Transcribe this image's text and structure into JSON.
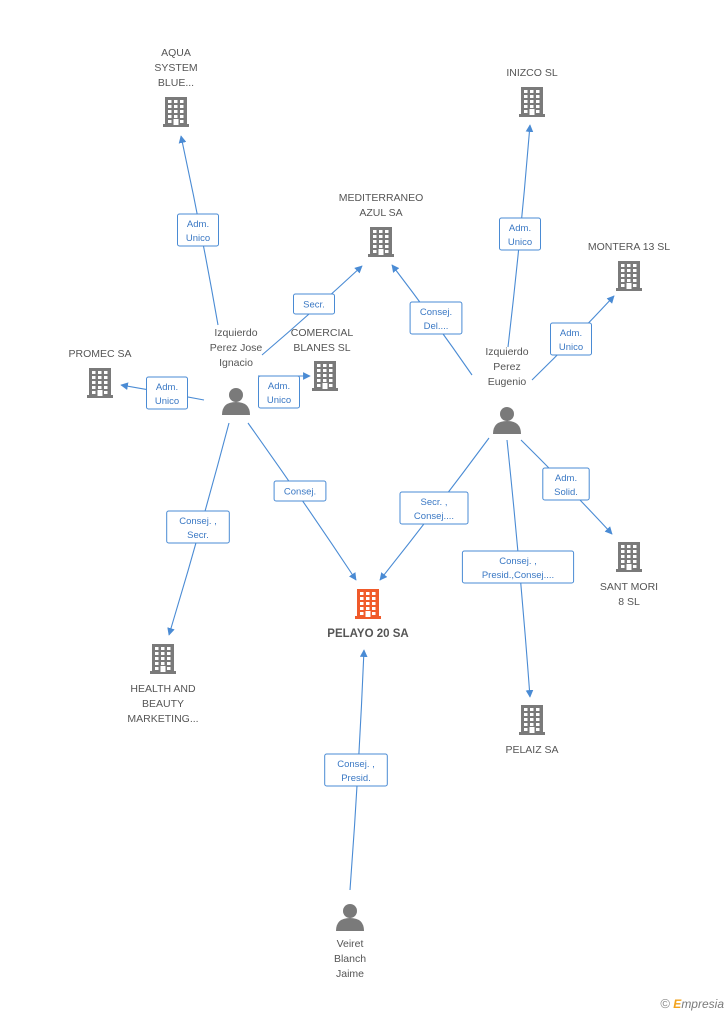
{
  "colors": {
    "edge": "#4a8bd4",
    "edge_text": "#3a78c4",
    "node": "#7a7a7a",
    "main_node": "#f05a2a",
    "label": "#555555"
  },
  "nodes": [
    {
      "id": "pelayo",
      "type": "company",
      "main": true,
      "icon": "building-icon",
      "lines": [
        "PELAYO 20 SA"
      ]
    },
    {
      "id": "aqua",
      "type": "company",
      "icon": "building-icon",
      "lines": [
        "AQUA",
        "SYSTEM",
        "BLUE..."
      ]
    },
    {
      "id": "inizco",
      "type": "company",
      "icon": "building-icon",
      "lines": [
        "INIZCO SL"
      ]
    },
    {
      "id": "mediterraneo",
      "type": "company",
      "icon": "building-icon",
      "lines": [
        "MEDITERRANEO",
        "AZUL SA"
      ]
    },
    {
      "id": "montera",
      "type": "company",
      "icon": "building-icon",
      "lines": [
        "MONTERA 13 SL"
      ]
    },
    {
      "id": "comercial",
      "type": "company",
      "icon": "building-icon",
      "lines": [
        "COMERCIAL",
        "BLANES SL"
      ]
    },
    {
      "id": "promec",
      "type": "company",
      "icon": "building-icon",
      "lines": [
        "PROMEC SA"
      ]
    },
    {
      "id": "health",
      "type": "company",
      "icon": "building-icon",
      "lines": [
        "HEALTH AND",
        "BEAUTY",
        "MARKETING..."
      ]
    },
    {
      "id": "santmori",
      "type": "company",
      "icon": "building-icon",
      "lines": [
        "SANT MORI",
        "8  SL"
      ]
    },
    {
      "id": "pelaiz",
      "type": "company",
      "icon": "building-icon",
      "lines": [
        "PELAIZ SA"
      ]
    },
    {
      "id": "ipji",
      "type": "person",
      "icon": "person-icon",
      "lines": [
        "Izquierdo",
        "Perez Jose",
        "Ignacio"
      ]
    },
    {
      "id": "ipe",
      "type": "person",
      "icon": "person-icon",
      "lines": [
        "Izquierdo",
        "Perez",
        "Eugenio"
      ]
    },
    {
      "id": "veiret",
      "type": "person",
      "icon": "person-icon",
      "lines": [
        "Veiret",
        "Blanch",
        "Jaime"
      ]
    }
  ],
  "edges": [
    {
      "id": "e1",
      "from": "ipji",
      "to": "aqua",
      "lines": [
        "Adm.",
        "Unico"
      ]
    },
    {
      "id": "e2",
      "from": "ipji",
      "to": "mediterraneo",
      "lines": [
        "Secr."
      ]
    },
    {
      "id": "e3",
      "from": "ipji",
      "to": "comercial",
      "lines": [
        "Adm.",
        "Unico"
      ]
    },
    {
      "id": "e4",
      "from": "ipji",
      "to": "promec",
      "lines": [
        "Adm.",
        "Unico"
      ]
    },
    {
      "id": "e5",
      "from": "ipji",
      "to": "health",
      "lines": [
        "Consej. ,",
        "Secr."
      ]
    },
    {
      "id": "e6",
      "from": "ipji",
      "to": "pelayo",
      "lines": [
        "Consej."
      ]
    },
    {
      "id": "e7",
      "from": "ipe",
      "to": "inizco",
      "lines": [
        "Adm.",
        "Unico"
      ]
    },
    {
      "id": "e8",
      "from": "ipe",
      "to": "mediterraneo",
      "lines": [
        "Consej.",
        "Del...."
      ]
    },
    {
      "id": "e9",
      "from": "ipe",
      "to": "montera",
      "lines": [
        "Adm.",
        "Unico"
      ]
    },
    {
      "id": "e10",
      "from": "ipe",
      "to": "santmori",
      "lines": [
        "Adm.",
        "Solid."
      ]
    },
    {
      "id": "e11",
      "from": "ipe",
      "to": "pelayo",
      "lines": [
        "Secr. ,",
        "Consej...."
      ]
    },
    {
      "id": "e12",
      "from": "ipe",
      "to": "pelaiz",
      "lines": [
        "Consej. ,",
        "Presid.,Consej...."
      ]
    },
    {
      "id": "e13",
      "from": "veiret",
      "to": "pelayo",
      "lines": [
        "Consej. ,",
        "Presid."
      ]
    }
  ],
  "brand": {
    "symbol": "©",
    "first": "E",
    "rest": "mpresia"
  }
}
